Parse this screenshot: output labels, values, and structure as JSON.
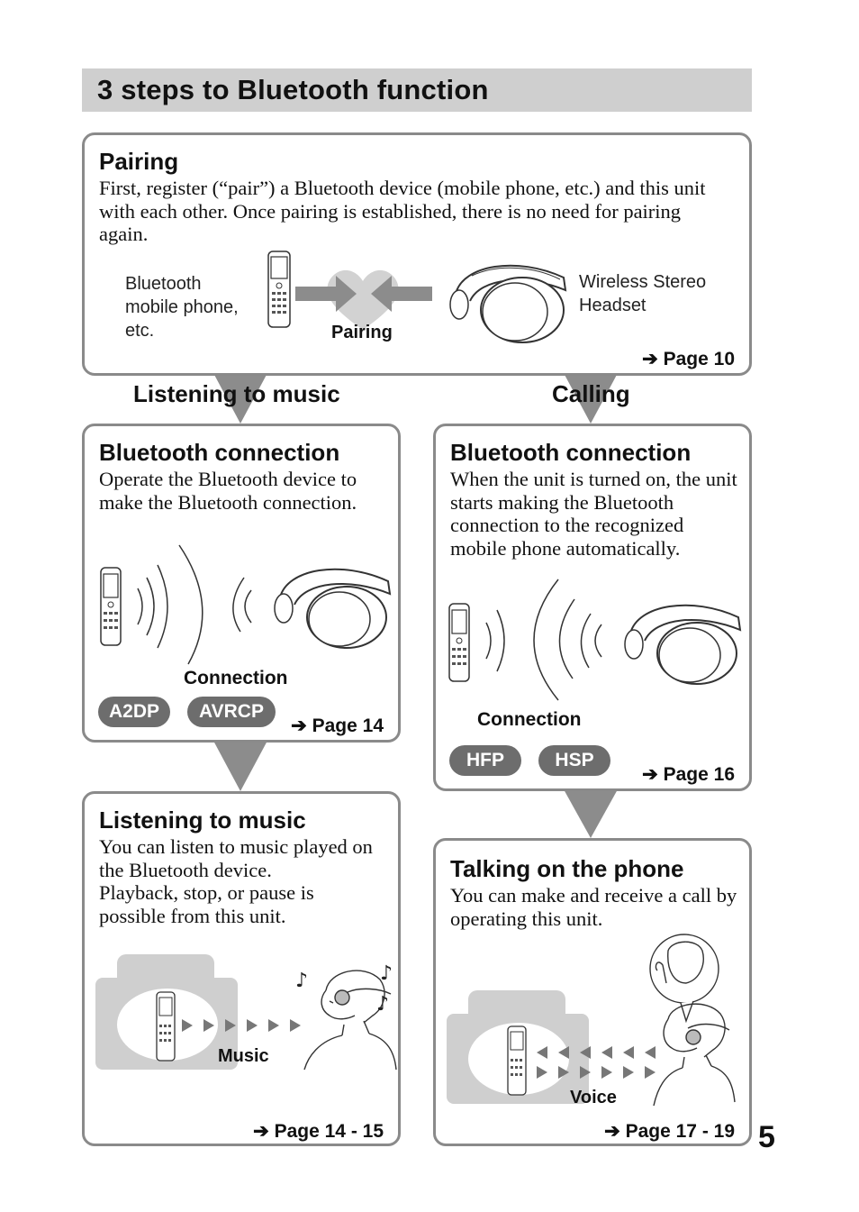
{
  "page_title": "3 steps to Bluetooth function",
  "page_number": "5",
  "pairing": {
    "title": "Pairing",
    "body": "First, register (“pair”) a Bluetooth device (mobile phone, etc.) and this unit with each other. Once pairing is established, there is no need for pairing again.",
    "left_label_lines": [
      "Bluetooth",
      "mobile phone,",
      "etc."
    ],
    "right_label_lines": [
      "Wireless Stereo",
      "Headset"
    ],
    "center_label": "Pairing",
    "page_ref": "Page 10"
  },
  "branches": {
    "left": "Listening to music",
    "right": "Calling"
  },
  "bt_music": {
    "title": "Bluetooth connection",
    "body": "Operate the Bluetooth device to make the Bluetooth connection.",
    "caption": "Connection",
    "profiles": [
      "A2DP",
      "AVRCP"
    ],
    "page_ref": "Page 14"
  },
  "bt_call": {
    "title": "Bluetooth connection",
    "body": "When the unit is turned on, the unit starts making the Bluetooth connection to the recognized mobile phone automatically.",
    "caption": "Connection",
    "profiles": [
      "HFP",
      "HSP"
    ],
    "page_ref": "Page 16"
  },
  "listen": {
    "title": "Listening to music",
    "body_lines": [
      "You can listen to music played on",
      "the Bluetooth device.",
      "Playback, stop, or pause is",
      "possible from this unit."
    ],
    "caption": "Music",
    "page_ref": "Page 14 - 15"
  },
  "talk": {
    "title": "Talking on the phone",
    "body": "You can make and receive a call by operating this unit.",
    "caption": "Voice",
    "page_ref": "Page 17 - 19"
  },
  "icons": [
    "phone-icon",
    "headset-icon",
    "heart-icon",
    "arrow-icon",
    "signal-waves-icon",
    "music-note-icon",
    "person-icon"
  ]
}
